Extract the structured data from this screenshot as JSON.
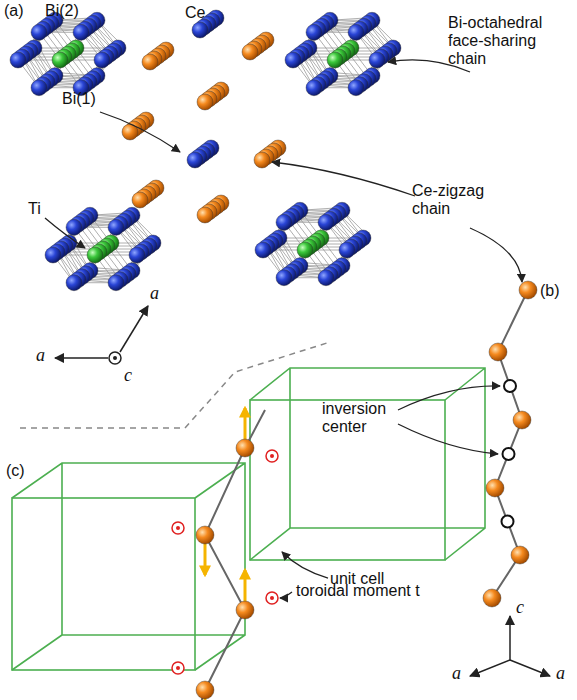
{
  "diagram": {
    "labels": [
      "(a)",
      "Bi(2)",
      "Ce",
      "Bi-octahedral face-sharing chain",
      "Bi(1)",
      "Ti",
      "Ce-zigzag chain",
      "(b)",
      "a",
      "a",
      "c",
      "inversion center",
      "unit cell",
      "(c)",
      "toroidal moment t",
      "c",
      "a",
      "a"
    ]
  }
}
